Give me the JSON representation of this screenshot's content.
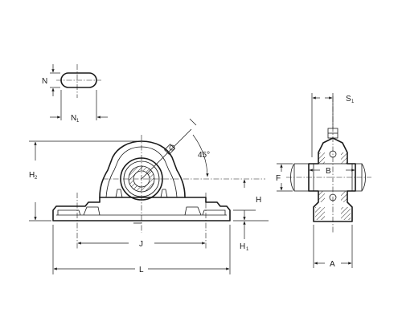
{
  "labels": {
    "N": "N",
    "N1": "N",
    "N1_sub": "1",
    "H2": "H",
    "H2_sub": "2",
    "angle": "45°",
    "H": "H",
    "H1": "H",
    "H1_sub": "1",
    "J": "J",
    "L": "L",
    "S1": "S",
    "S1_sub": "1",
    "B": "B",
    "F": "F",
    "A": "A"
  }
}
